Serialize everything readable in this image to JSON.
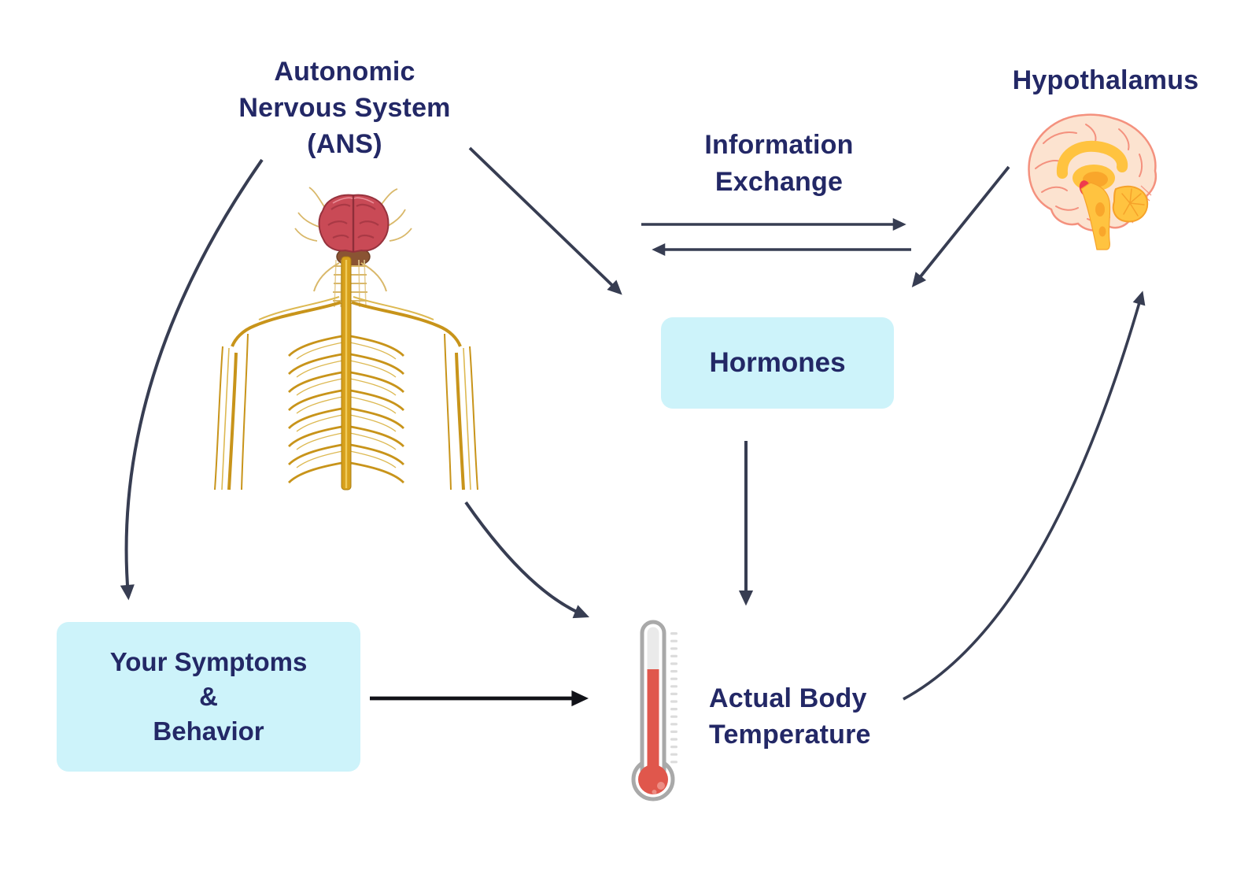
{
  "nodes": {
    "ans_label": {
      "lines": [
        "Autonomic",
        "Nervous System",
        "(ANS)"
      ]
    },
    "hypothalamus_label": {
      "text": "Hypothalamus"
    },
    "information_exchange": {
      "lines": [
        "Information",
        "Exchange"
      ]
    },
    "hormones_box": {
      "text": "Hormones"
    },
    "symptoms_box": {
      "lines": [
        "Your Symptoms",
        "&",
        "Behavior"
      ]
    },
    "body_temperature_label": {
      "lines": [
        "Actual Body",
        "Temperature"
      ]
    }
  },
  "icons": {
    "nervous_system_body": "human-nervous-system-back-view-illustration",
    "hypothalamus_brain": "brain-sagittal-section-illustration",
    "thermometer": "thermometer-icon"
  },
  "colors": {
    "text_navy": "#232866",
    "box_cyan": "#CDF3FA",
    "arrow_slate": "#373D52",
    "arrow_black": "#111218",
    "thermometer_red": "#E0574C",
    "thermometer_gray": "#A9A9A9",
    "tick_gray": "#DCDCDC",
    "brain_peach": "#FCE3D0",
    "brain_salmon": "#F4917E",
    "brain_yellow": "#FFC340",
    "brain_orange": "#F9A62B",
    "hypothalamus_red": "#EF3A4D",
    "nerve_gold": "#C8941A",
    "nerve_gold_light": "#DDB952",
    "body_brain_red": "#C94A56"
  }
}
